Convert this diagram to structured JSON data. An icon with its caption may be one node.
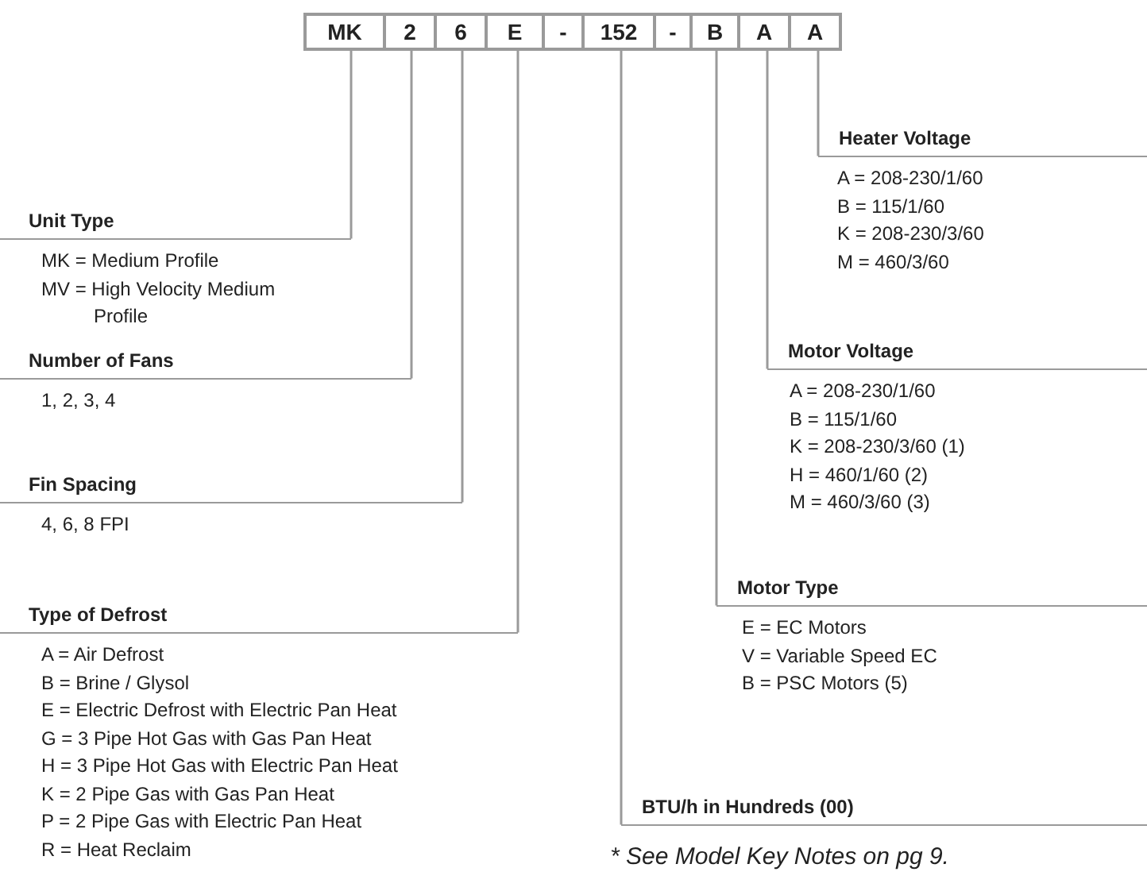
{
  "diagram": {
    "nodes": [
      {
        "text": [
          "MK"
        ]
      },
      {
        "text": [
          "2"
        ]
      },
      {
        "text": [
          "6"
        ]
      },
      {
        "text": [
          "E"
        ]
      },
      {
        "text": [
          "-"
        ]
      },
      {
        "text": [
          "152"
        ]
      },
      {
        "text": [
          "-"
        ]
      },
      {
        "text": [
          "B"
        ]
      },
      {
        "text": [
          "A"
        ]
      },
      {
        "text": [
          "A"
        ]
      },
      {
        "text": [
          "Heater Voltage",
          "A = 208-230/1/60",
          "B = 115/1/60",
          "K = 208-230/3/60",
          "M = 460/3/60"
        ]
      },
      {
        "text": [
          "Unit Type",
          "MK = Medium Profile",
          "MV = High Velocity Medium Profile"
        ]
      },
      {
        "text": [
          "Motor Voltage",
          "A = 208-230/1/60",
          "B = 115/1/60",
          "K = 208-230/3/60 (1)",
          "H = 460/1/60 (2)",
          "M = 460/3/60 (3)"
        ]
      },
      {
        "text": [
          "Number of Fans",
          "1, 2, 3, 4"
        ]
      },
      {
        "text": [
          "Fin Spacing",
          "4, 6, 8 FPI"
        ]
      },
      {
        "text": [
          "Motor Type",
          "E = EC Motors",
          "V = Variable Speed EC",
          "B = PSC Motors (5)"
        ]
      },
      {
        "text": [
          "Type of Defrost",
          "A = Air Defrost",
          "B = Brine / Glysol",
          "E = Electric Defrost with Electric Pan Heat",
          "G = 3 Pipe Hot Gas with Gas Pan Heat",
          "H = 3 Pipe Hot Gas with Electric Pan Heat",
          "K = 2 Pipe Gas with Gas Pan Heat",
          "P = 2 Pipe Gas with Electric Pan Heat",
          "R = Heat Reclaim"
        ]
      },
      {
        "text": [
          "BTU/h in Hundreds (00)"
        ]
      }
    ],
    "edges": [
      {
        "from": 10,
        "to": 9,
        "arrow": "none"
      },
      {
        "from": 11,
        "to": 0,
        "arrow": "none"
      },
      {
        "from": 12,
        "to": 8,
        "arrow": "none"
      },
      {
        "from": 13,
        "to": 1,
        "arrow": "none"
      },
      {
        "from": 14,
        "to": 2,
        "arrow": "none"
      },
      {
        "from": 15,
        "to": 7,
        "arrow": "none"
      },
      {
        "from": 16,
        "to": 3,
        "arrow": "none"
      },
      {
        "from": 17,
        "to": 5,
        "arrow": "none"
      }
    ],
    "labels": [
      "* See Model Key Notes on pg 9."
    ]
  }
}
